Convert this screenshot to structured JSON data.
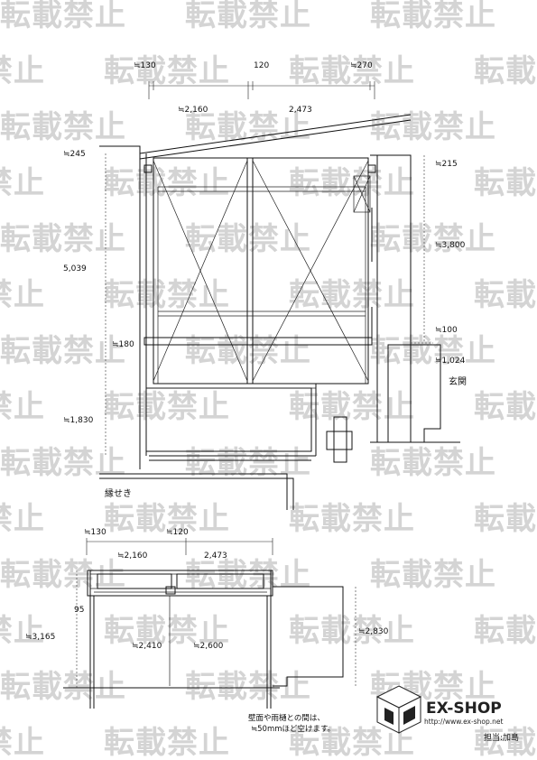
{
  "watermark": {
    "text": "転載禁止"
  },
  "elevation": {
    "dims": {
      "top_left_gap": "≒130",
      "top_mid_gap": "120",
      "top_right_gap": "≒270",
      "left_span": "≒2,160",
      "right_span": "2,473",
      "left_top_offset": "≒245",
      "right_top_offset": "≒215",
      "total_height": "5,039",
      "right_height": "≒3,800",
      "mid_height": "≒180",
      "right_lower": "≒100",
      "right_low_height": "≒1,024",
      "bottom_height": "≒1,830"
    },
    "labels": {
      "entrance": "玄関",
      "curb": "縁せき"
    }
  },
  "plan": {
    "dims": {
      "top_left_gap": "≒130",
      "top_mid_gap": "≒120",
      "left_span": "≒2,160",
      "right_span": "2,473",
      "left_small": "95",
      "total_depth": "≒3,165",
      "inner_left": "≒2,410",
      "inner_right": "≒2,600",
      "right_depth": "≒2,830"
    },
    "note_line1": "壁面や雨樋との間は、",
    "note_line2": "≒50mmほど空けます。"
  },
  "footer": {
    "brand": "EX-SHOP",
    "url": "http://www.ex-shop.net",
    "staff": "担当:加島"
  }
}
